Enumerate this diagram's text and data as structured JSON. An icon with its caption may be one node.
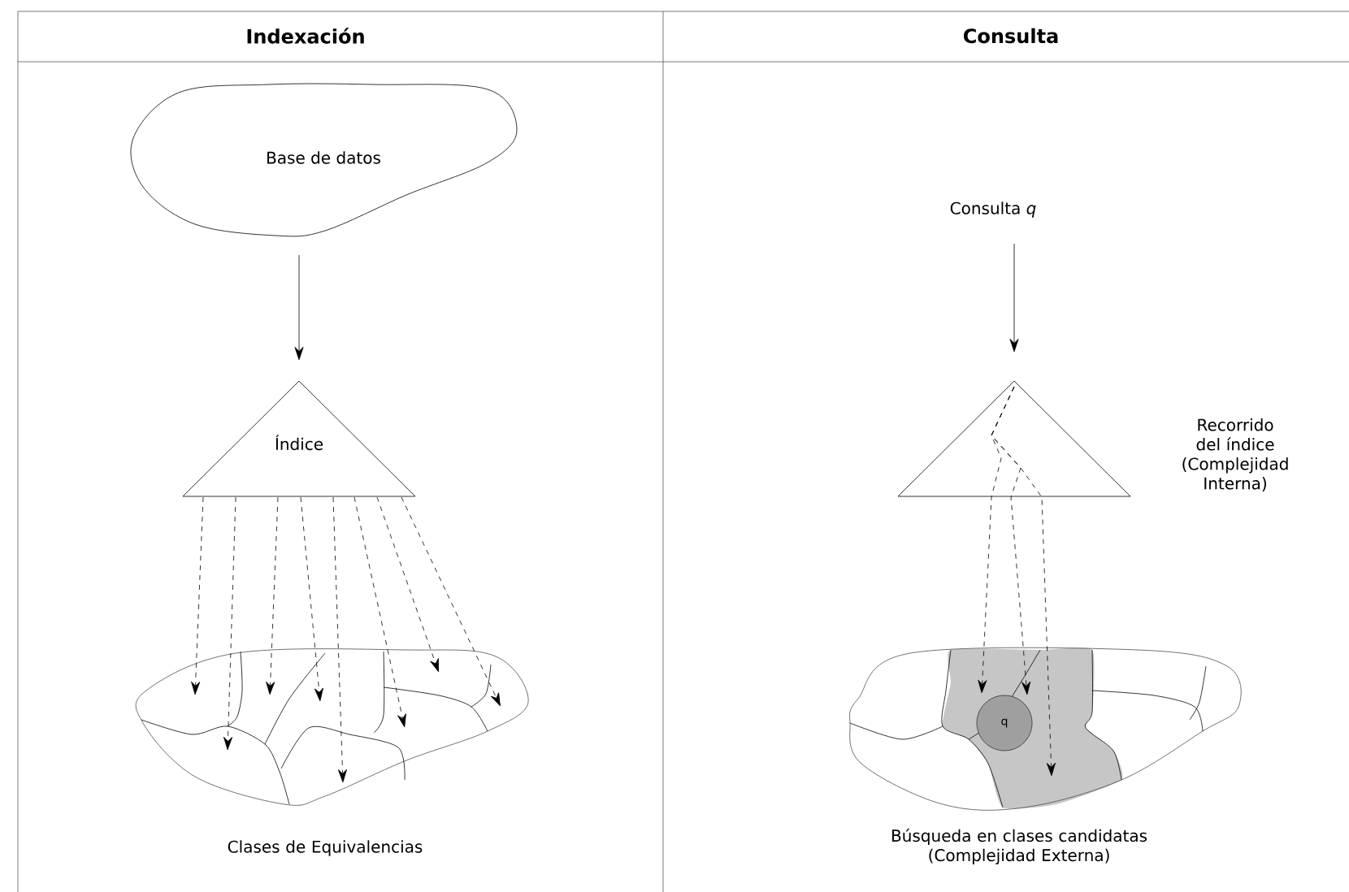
{
  "diagram": {
    "nodes": [
      {
        "text": [
          "Base de datos"
        ]
      },
      {
        "text": [
          "Índice"
        ]
      },
      {
        "text": [],
        "shape": "blob",
        "beside": [
          "Clases de Equivalencias"
        ]
      },
      {
        "text": [
          "Consulta *q*"
        ]
      },
      {
        "text": [],
        "shape": "triangle",
        "beside": [
          "Recorrido del índice (Complejidad Interna)"
        ]
      },
      {
        "text": [],
        "shape": "blob",
        "beside": [
          "Búsqueda en clases candidatas (Complejidad Externa)"
        ]
      },
      {
        "text": [
          "q"
        ],
        "in": 5
      }
    ],
    "edges": [
      {
        "from": 0,
        "to": 1,
        "arrow": "to"
      },
      {
        "from": 1,
        "to": 2,
        "arrow": "to",
        "style": "dashed"
      },
      {
        "from": 1,
        "to": 2,
        "arrow": "to",
        "style": "dashed"
      },
      {
        "from": 1,
        "to": 2,
        "arrow": "to",
        "style": "dashed"
      },
      {
        "from": 1,
        "to": 2,
        "arrow": "to",
        "style": "dashed"
      },
      {
        "from": 1,
        "to": 2,
        "arrow": "to",
        "style": "dashed"
      },
      {
        "from": 1,
        "to": 2,
        "arrow": "to",
        "style": "dashed"
      },
      {
        "from": 1,
        "to": 2,
        "arrow": "to",
        "style": "dashed"
      },
      {
        "from": 1,
        "to": 2,
        "arrow": "to",
        "style": "dashed"
      },
      {
        "from": 3,
        "to": 4,
        "arrow": "to"
      },
      {
        "from": 4,
        "to": 6,
        "arrow": "to",
        "style": "dashed"
      },
      {
        "from": 4,
        "to": 6,
        "arrow": "to",
        "style": "dashed"
      },
      {
        "from": 4,
        "to": 5,
        "arrow": "to",
        "style": "dashed"
      }
    ],
    "labels": [
      "Indexación",
      "Consulta"
    ]
  }
}
